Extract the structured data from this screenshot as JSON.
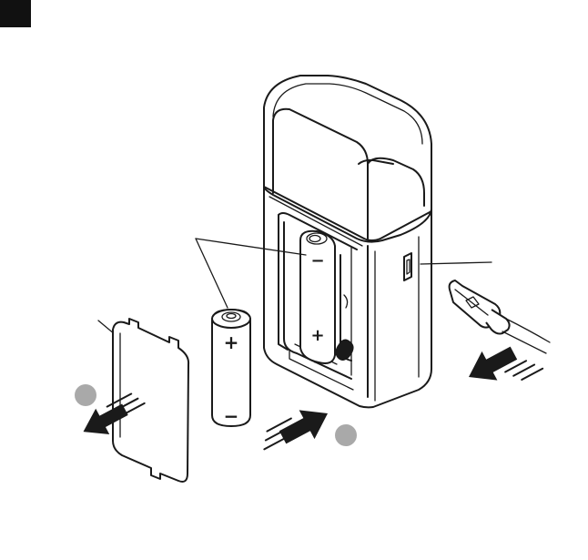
{
  "figure": {
    "labels": {
      "battery_positive_mark": "+",
      "battery_negative_mark": "−",
      "installed_positive_mark": "+",
      "installed_negative_mark": "−"
    },
    "colors": {
      "line": "#1a1a1a",
      "step_marker": "#a9a9a9",
      "corner_tab": "#111111",
      "background": "#ffffff"
    },
    "icons": [
      "shaver-body-illustration",
      "aa-battery-illustration",
      "battery-cover-illustration",
      "usb-cable-illustration",
      "insert-arrow-icon",
      "remove-arrow-icon",
      "step-marker-icon"
    ]
  }
}
